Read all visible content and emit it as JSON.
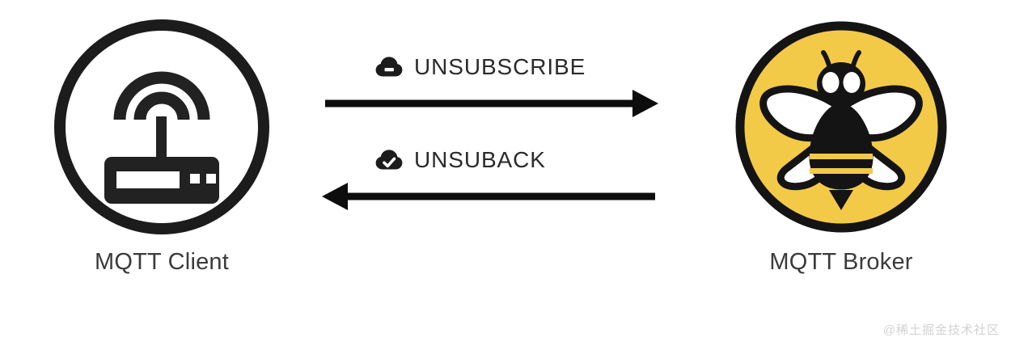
{
  "diagram": {
    "title": "MQTT UNSUBSCRIBE / UNSUBACK message flow",
    "background_color": "#ffffff",
    "ink_color": "#1c1c1c",
    "label_color": "#3b3b3b",
    "brand_yellow": "#F3C948"
  },
  "nodes": {
    "client": {
      "label": "MQTT Client",
      "icon": "router-wifi-icon",
      "badge_style": "outlined-circle"
    },
    "broker": {
      "label": "MQTT Broker",
      "icon": "hivemq-bee-icon",
      "badge_style": "filled-circle",
      "fill_color": "#F3C948"
    }
  },
  "messages": [
    {
      "label": "UNSUBSCRIBE",
      "icon": "cloud-minus-icon",
      "direction": "client-to-broker",
      "arrow": "right"
    },
    {
      "label": "UNSUBACK",
      "icon": "cloud-check-icon",
      "direction": "broker-to-client",
      "arrow": "left"
    }
  ],
  "watermark": {
    "text": "@稀土掘金技术社区"
  }
}
